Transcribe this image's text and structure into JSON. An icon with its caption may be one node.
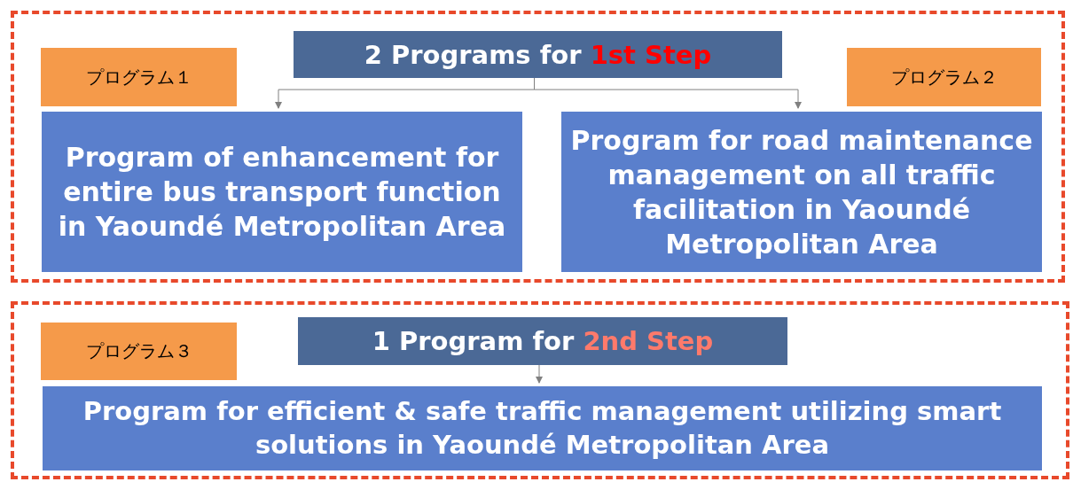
{
  "diagram": {
    "nodes": [
      {
        "text": [],
        "shape": "box"
      },
      {
        "text": [
          "2 Programs for",
          "1st Step"
        ],
        "in": 0
      },
      {
        "text": [
          "プログラム１"
        ],
        "in": 0
      },
      {
        "text": [
          "Program of enhancement for entire bus transport function in Yaoundé Metropolitan Area"
        ],
        "in": 0
      },
      {
        "text": [
          "プログラム２"
        ],
        "in": 0
      },
      {
        "text": [
          "Program for road maintenance management on all traffic facilitation in Yaoundé Metropolitan Area"
        ],
        "in": 0
      },
      {
        "text": [],
        "shape": "box"
      },
      {
        "text": [
          "1 Program for",
          "2nd Step"
        ],
        "in": 6
      },
      {
        "text": [
          "プログラム３"
        ],
        "in": 6
      },
      {
        "text": [
          "Program for efficient & safe traffic management utilizing smart solutions in Yaoundé Metropolitan Area"
        ],
        "in": 6
      }
    ],
    "edges": [
      {
        "from": 1,
        "to": 3,
        "arrow": "to"
      },
      {
        "from": 1,
        "to": 5,
        "arrow": "to"
      },
      {
        "from": 7,
        "to": 9,
        "arrow": "to"
      }
    ]
  }
}
